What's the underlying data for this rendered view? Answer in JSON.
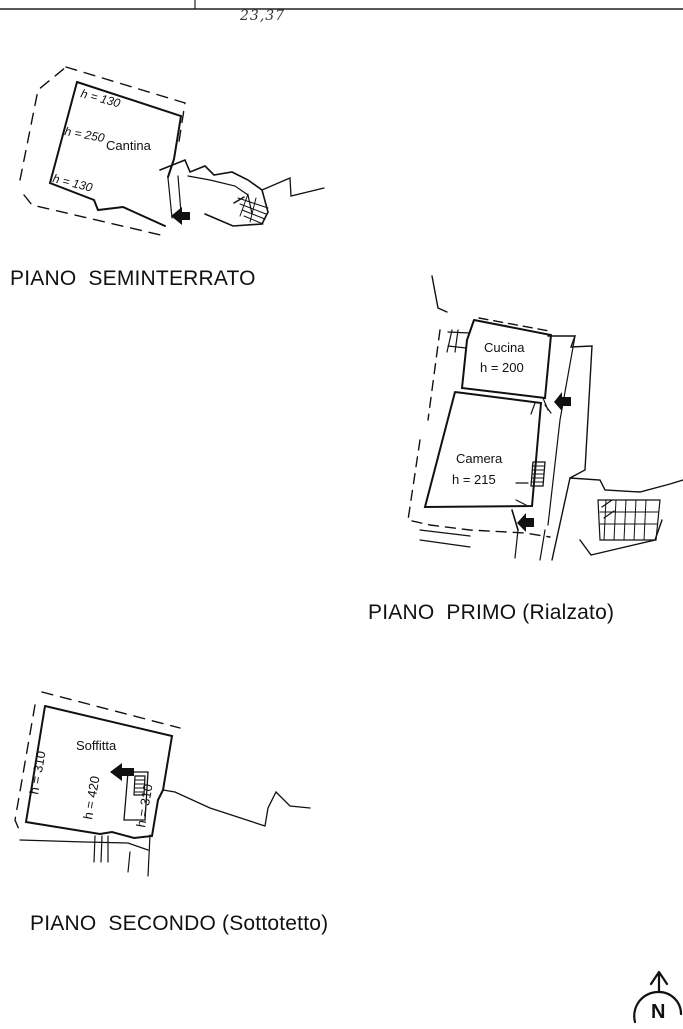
{
  "page_ref": "23,37",
  "floors": {
    "seminterrato": {
      "title": "PIANO  SEMINTERRATO",
      "room": "Cantina",
      "heights": [
        "h = 130",
        "h = 250",
        "h = 130"
      ]
    },
    "primo": {
      "title": "PIANO  PRIMO (Rialzato)",
      "rooms": [
        {
          "name": "Cucina",
          "height": "h = 200"
        },
        {
          "name": "Camera",
          "height": "h = 215"
        }
      ]
    },
    "secondo": {
      "title": "PIANO  SECONDO (Sottotetto)",
      "room": "Soffitta",
      "heights": [
        "h = 310",
        "h = 420",
        "h = 310"
      ]
    }
  },
  "compass": {
    "letter": "N",
    "icon": "north-arrow-icon"
  },
  "colors": {
    "line": "#111111",
    "background": "#ffffff"
  }
}
